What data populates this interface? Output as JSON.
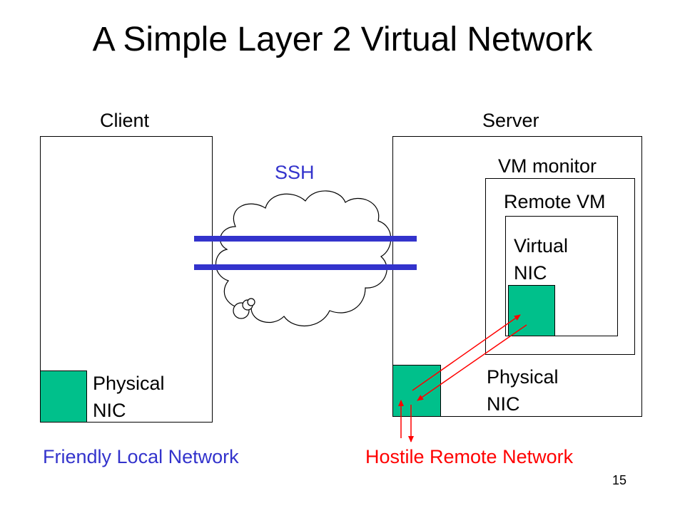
{
  "slide": {
    "title": "A Simple Layer 2 Virtual Network",
    "page_number": "15"
  },
  "client": {
    "label": "Client",
    "nic_line1": "Physical",
    "nic_line2": "NIC"
  },
  "server": {
    "label": "Server",
    "vm_monitor": "VM monitor",
    "remote_vm": "Remote VM",
    "virtual_nic_line1": "Virtual",
    "virtual_nic_line2": "NIC",
    "nic_line1": "Physical",
    "nic_line2": "NIC"
  },
  "tunnel": {
    "label": "SSH"
  },
  "networks": {
    "friendly": "Friendly Local Network",
    "hostile": "Hostile Remote Network"
  },
  "colors": {
    "nic": "#00c08b",
    "tunnel": "#3333cc",
    "hostile": "#ff0000"
  }
}
